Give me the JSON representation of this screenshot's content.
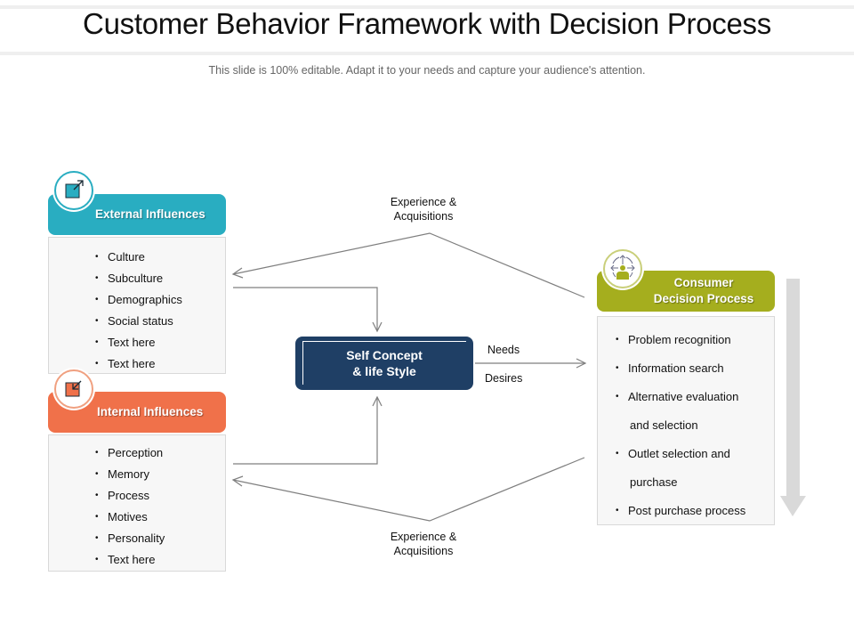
{
  "header": {
    "title": "Customer Behavior Framework with Decision Process",
    "subtitle": "This slide is 100% editable. Adapt it to your needs and capture your audience's attention."
  },
  "colors": {
    "external": "#29adc1",
    "internal": "#f0714a",
    "decision": "#a5ae1e",
    "center": "#1f3f65",
    "arrow_gray": "#d9d9d9"
  },
  "external": {
    "title": "External Influences",
    "icon": "expand-arrow-icon",
    "items": [
      "Culture",
      "Subculture",
      "Demographics",
      "Social status",
      "Text here",
      "Text here"
    ]
  },
  "internal": {
    "title": "Internal Influences",
    "icon": "collapse-arrow-icon",
    "items": [
      "Perception",
      "Memory",
      "Process",
      "Motives",
      "Personality",
      "Text here"
    ]
  },
  "center": {
    "line1": "Self Concept",
    "line2": "& life Style"
  },
  "decision": {
    "title_line1": "Consumer",
    "title_line2": "Decision Process",
    "icon": "decision-person-icon",
    "items": [
      {
        "text": "Problem recognition",
        "bullet": true
      },
      {
        "text": "Information search",
        "bullet": true
      },
      {
        "text": "Alternative evaluation",
        "bullet": true
      },
      {
        "text": "and selection",
        "bullet": false
      },
      {
        "text": "Outlet selection and",
        "bullet": true
      },
      {
        "text": "purchase",
        "bullet": false
      },
      {
        "text": "Post purchase process",
        "bullet": true
      }
    ]
  },
  "labels": {
    "top_exp_line1": "Experience &",
    "top_exp_line2": "Acquisitions",
    "bottom_exp_line1": "Experience &",
    "bottom_exp_line2": "Acquisitions",
    "needs": "Needs",
    "desires": "Desires"
  }
}
